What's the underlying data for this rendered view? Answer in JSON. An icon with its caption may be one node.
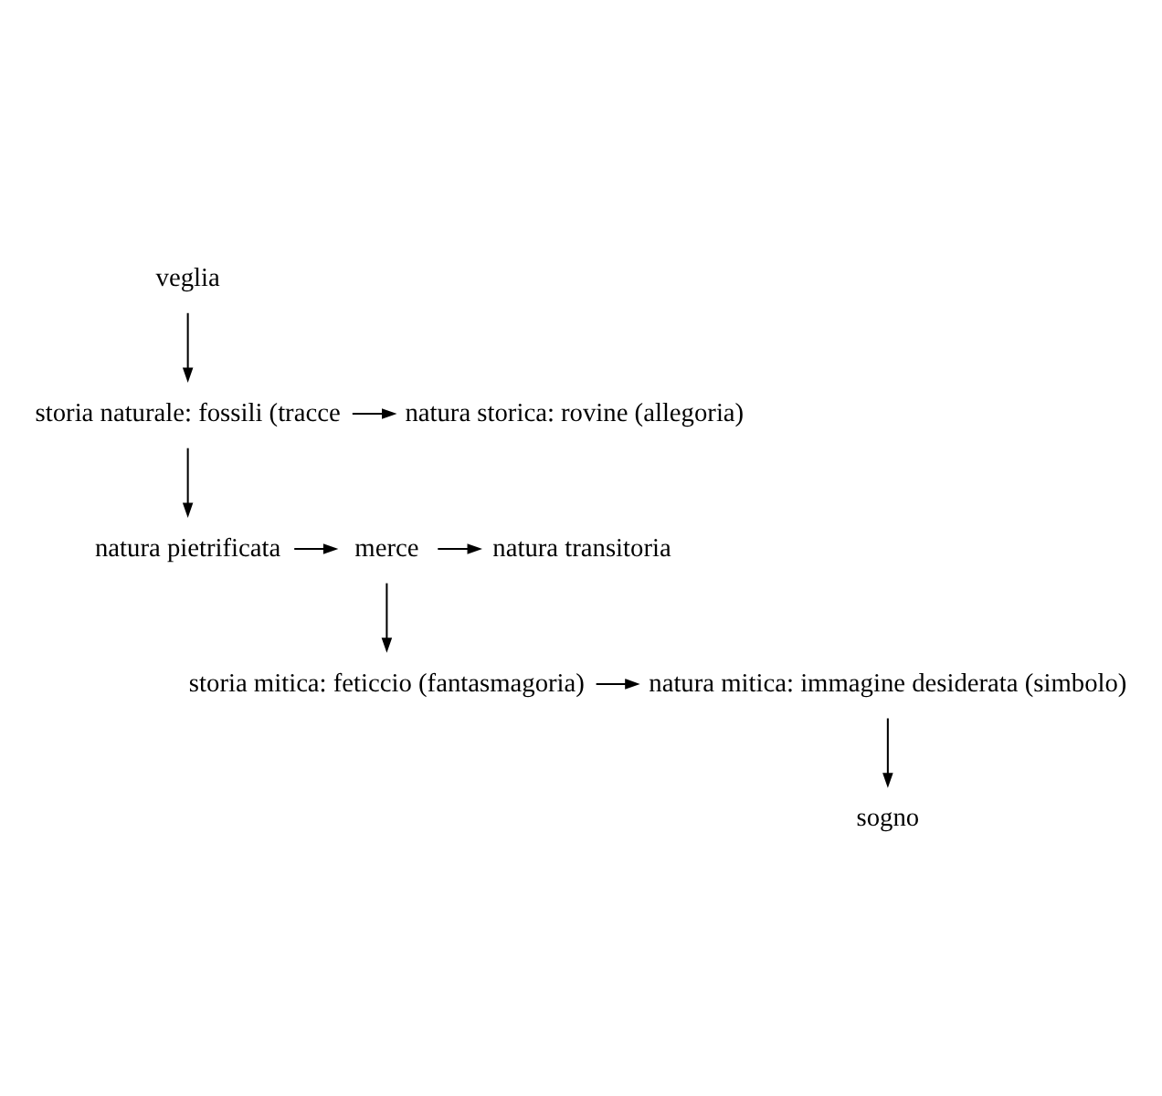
{
  "diagram": {
    "nodes": [
      {
        "text": [
          "veglia"
        ]
      },
      {
        "text": [
          "storia naturale: fossili (tracce"
        ]
      },
      {
        "text": [
          "natura storica: rovine (allegoria)"
        ]
      },
      {
        "text": [
          "natura pietrificata"
        ]
      },
      {
        "text": [
          "merce"
        ]
      },
      {
        "text": [
          "natura transitoria"
        ]
      },
      {
        "text": [
          "storia mitica: feticcio (fantasmagoria)"
        ]
      },
      {
        "text": [
          "natura mitica: immagine desiderata (simbolo)"
        ]
      },
      {
        "text": [
          "sogno"
        ]
      }
    ],
    "edges": [
      {
        "from": 0,
        "to": 1,
        "arrow": "to"
      },
      {
        "from": 1,
        "to": 2,
        "arrow": "to"
      },
      {
        "from": 1,
        "to": 3,
        "arrow": "to"
      },
      {
        "from": 3,
        "to": 4,
        "arrow": "to"
      },
      {
        "from": 4,
        "to": 5,
        "arrow": "to"
      },
      {
        "from": 4,
        "to": 6,
        "arrow": "to"
      },
      {
        "from": 6,
        "to": 7,
        "arrow": "to"
      },
      {
        "from": 7,
        "to": 8,
        "arrow": "to"
      }
    ]
  }
}
